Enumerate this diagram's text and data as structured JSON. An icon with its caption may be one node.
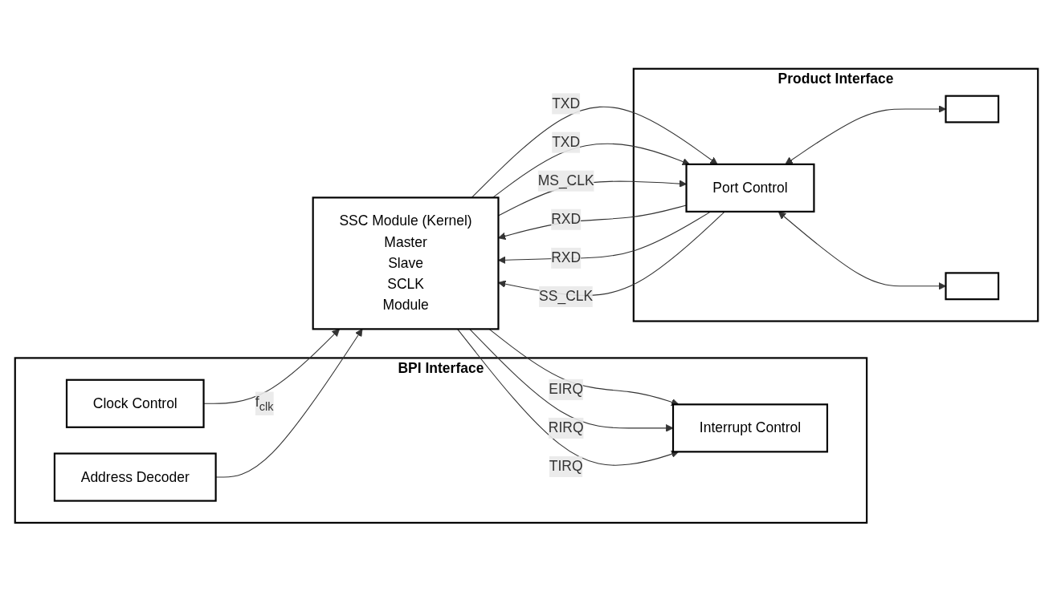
{
  "diagram": {
    "nodes": [
      {
        "text": [
          "BPI Interface"
        ]
      },
      {
        "text": [
          "Clock Control"
        ],
        "in": 0
      },
      {
        "text": [
          "Address Decoder"
        ],
        "in": 0
      },
      {
        "text": [
          "Interrupt Control"
        ],
        "in": 0
      },
      {
        "text": [
          "SSC Module (Kernel)",
          "Master",
          "Slave",
          "SCLK",
          "Module"
        ]
      },
      {
        "text": [
          "Product Interface"
        ]
      },
      {
        "text": [
          "Port Control"
        ],
        "in": 5
      },
      {
        "text": [],
        "shape": "box",
        "in": 5
      },
      {
        "text": [],
        "shape": "box",
        "in": 5
      }
    ],
    "edges": [
      {
        "from": 1,
        "to": 4,
        "arrow": "to",
        "label": "f$_{clk}$"
      },
      {
        "from": 2,
        "to": 4,
        "arrow": "to"
      },
      {
        "from": 4,
        "to": 3,
        "arrow": "to",
        "label": "EIRQ"
      },
      {
        "from": 4,
        "to": 3,
        "arrow": "to",
        "label": "RIRQ"
      },
      {
        "from": 4,
        "to": 3,
        "arrow": "to",
        "label": "TIRQ"
      },
      {
        "from": 4,
        "to": 6,
        "arrow": "to",
        "label": "TXD"
      },
      {
        "from": 6,
        "to": 4,
        "arrow": "to",
        "label": "RXD"
      },
      {
        "from": 4,
        "to": 6,
        "arrow": "to",
        "label": "TXD"
      },
      {
        "from": 6,
        "to": 4,
        "arrow": "to",
        "label": "RXD"
      },
      {
        "from": 4,
        "to": 6,
        "arrow": "to",
        "label": "MS_CLK"
      },
      {
        "from": 6,
        "to": 4,
        "arrow": "to",
        "label": "SS_CLK"
      },
      {
        "from": 6,
        "to": 7,
        "arrow": "both"
      },
      {
        "from": 6,
        "to": 8,
        "arrow": "both"
      }
    ]
  }
}
